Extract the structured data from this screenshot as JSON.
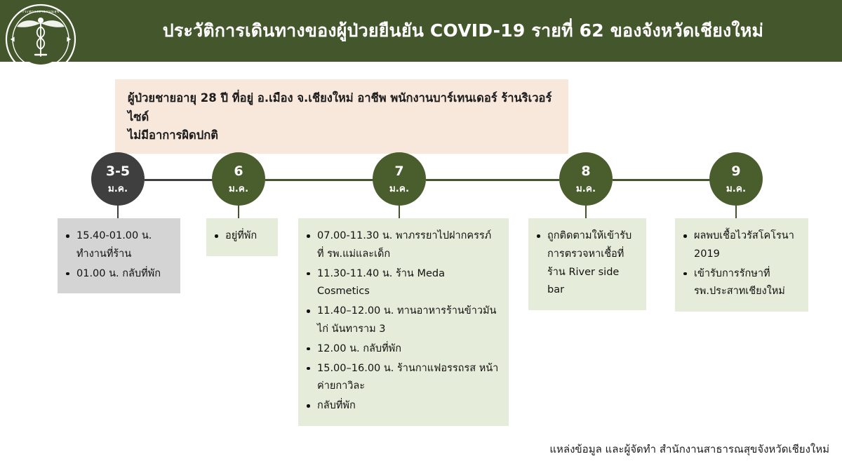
{
  "header": {
    "title": "ประวัติการเดินทางของผู้ป่วยยืนยัน COVID-19 รายที่ 62 ของจังหวัดเชียงใหม่",
    "logo_alt": "ministry-of-public-health-seal",
    "background_color": "#44572c"
  },
  "summary": {
    "line1": "ผู้ป่วยชายอายุ 28 ปี ที่อยู่ อ.เมือง จ.เชียงใหม่ อาชีพ พนักงานบาร์เทนเดอร์ ร้านริเวอร์ไซด์",
    "line2": "ไม่มีอาการผิดปกติ",
    "background_color": "#f8e8dc"
  },
  "timeline": {
    "nodes": [
      {
        "day": "3-5",
        "month": "ม.ค.",
        "color": "#3f3f3f",
        "style": "dark"
      },
      {
        "day": "6",
        "month": "ม.ค.",
        "color": "#4a5d2c",
        "style": "green"
      },
      {
        "day": "7",
        "month": "ม.ค.",
        "color": "#4a5d2c",
        "style": "green"
      },
      {
        "day": "8",
        "month": "ม.ค.",
        "color": "#4a5d2c",
        "style": "green"
      },
      {
        "day": "9",
        "month": "ม.ค.",
        "color": "#4a5d2c",
        "style": "green"
      }
    ],
    "events": [
      {
        "day": "3-5",
        "background_color": "#d4d4d4",
        "items": [
          "15.40-01.00 น. ทำงานที่ร้าน",
          "01.00 น. กลับที่พัก"
        ]
      },
      {
        "day": "6",
        "background_color": "#e6ecda",
        "items": [
          "อยู่ที่พัก"
        ]
      },
      {
        "day": "7",
        "background_color": "#e6ecda",
        "items": [
          "07.00-11.30 น. พาภรรยาไปฝากครรภ์ ที่ รพ.แม่และเด็ก",
          "11.30-11.40 น. ร้าน Meda Cosmetics",
          "11.40–12.00 น. ทานอาหารร้านข้าวมันไก่ นันทาราม 3",
          "12.00 น. กลับที่พัก",
          "15.00–16.00 น. ร้านกาแฟอรรถรส หน้าค่ายกาวิละ",
          "กลับที่พัก"
        ]
      },
      {
        "day": "8",
        "background_color": "#e6ecda",
        "items": [
          "ถูกติดตามให้เข้ารับการตรวจหาเชื้อที่ร้าน River side bar"
        ]
      },
      {
        "day": "9",
        "background_color": "#e6ecda",
        "items": [
          "ผลพบเชื้อไวรัสโคโรนา 2019",
          "เข้ารับการรักษาที่ รพ.ประสาทเชียงใหม่"
        ]
      }
    ]
  },
  "footer": {
    "credit": "แหล่งข้อมูล และผู้จัดทำ สำนักงานสาธารณสุขจังหวัดเชียงใหม่"
  }
}
